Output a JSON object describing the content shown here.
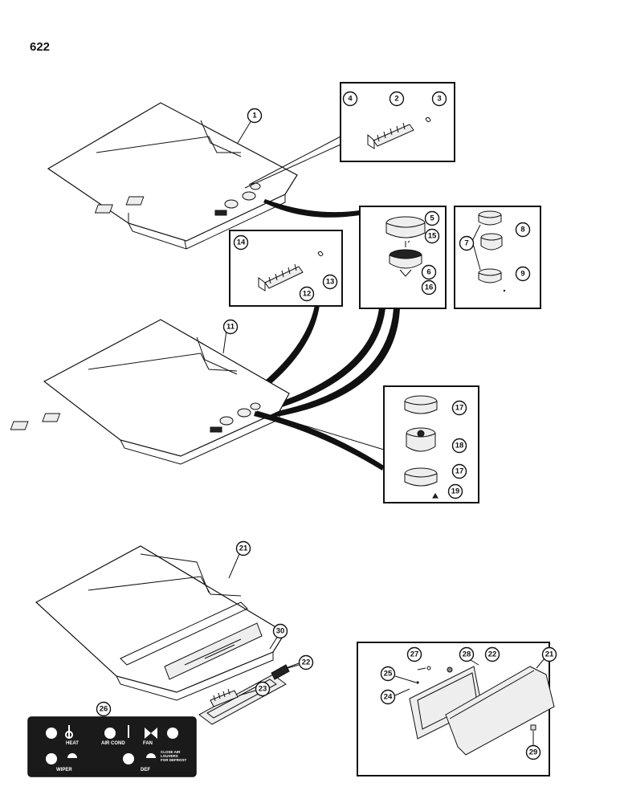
{
  "page": {
    "number": "622"
  },
  "callouts": {
    "c1": "1",
    "c2": "2",
    "c3": "3",
    "c4": "4",
    "c5": "5",
    "c6": "6",
    "c7": "7",
    "c8": "8",
    "c9": "9",
    "c11": "11",
    "c12": "12",
    "c13": "13",
    "c14": "14",
    "c15": "15",
    "c16": "16",
    "c17a": "17",
    "c17b": "17",
    "c18": "18",
    "c19": "19",
    "c21a": "21",
    "c21b": "21",
    "c22a": "22",
    "c22b": "22",
    "c23": "23",
    "c24": "24",
    "c25": "25",
    "c26": "26",
    "c27": "27",
    "c28": "28",
    "c29": "29",
    "c30": "30"
  },
  "control_panel": {
    "heat": "HEAT",
    "air_cond": "AIR COND",
    "fan": "FAN",
    "wiper": "WIPER",
    "def": "DEF",
    "louvers_note_1": "CLOSE AIR",
    "louvers_note_2": "LOUVERS",
    "louvers_note_3": "FOR DEFROST"
  },
  "colors": {
    "ink": "#111111",
    "paper": "#ffffff",
    "panel": "#1a1a1a"
  }
}
